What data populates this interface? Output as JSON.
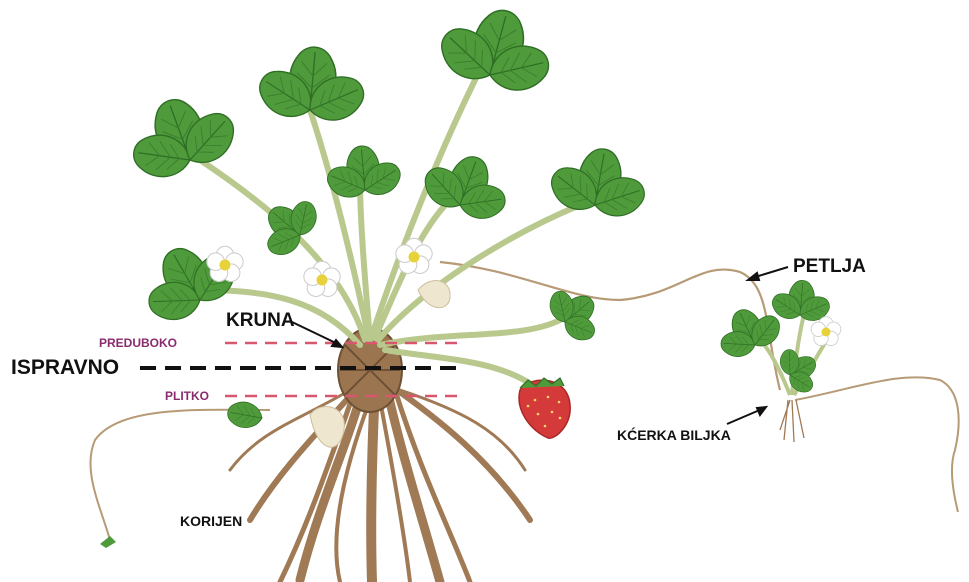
{
  "labels": {
    "kruna": "KRUNA",
    "preduboko": "PREDUBOKO",
    "ispravno": "ISPRAVNO",
    "plitko": "PLITKO",
    "petlja": "PETLJA",
    "kcerka_biljka": "KĆERKA BILJKA",
    "korijen": "KORIJEN"
  },
  "colors": {
    "depth_line_wrong": "#d9576e",
    "depth_line_right": "#111111",
    "depth_label": "#8a2b6e",
    "leaf": "#4f9a3a",
    "leaf_dark": "#2f6e25",
    "stem": "#b9c98e",
    "root": "#a07a55",
    "runner": "#b79a76",
    "berry": "#d43a3a",
    "flower": "#ffffff",
    "flower_center": "#e8d23a"
  }
}
